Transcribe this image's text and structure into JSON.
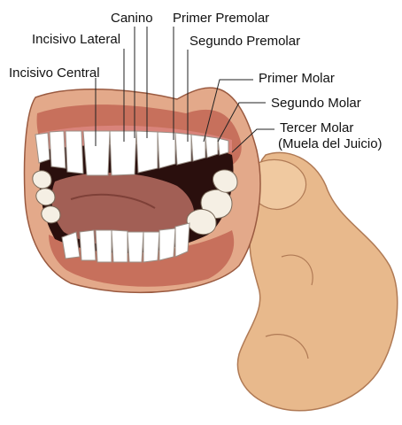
{
  "labels": {
    "canino": "Canino",
    "incisivo_lateral": "Incisivo Lateral",
    "incisivo_central": "Incisivo Central",
    "primer_premolar": "Primer Premolar",
    "segundo_premolar": "Segundo Premolar",
    "primer_molar": "Primer Molar",
    "segundo_molar": "Segundo Molar",
    "tercer_molar": "Tercer Molar",
    "tercer_molar_sub": "(Muela del Juicio)"
  },
  "colors": {
    "skin": "#e8b98c",
    "skin_shadow": "#c98e63",
    "lip": "#c7705c",
    "gum": "#d9837a",
    "mouth_dark": "#2a0f0d",
    "tongue": "#a25f55",
    "tooth": "#ffffff",
    "leader_line": "#222222"
  }
}
